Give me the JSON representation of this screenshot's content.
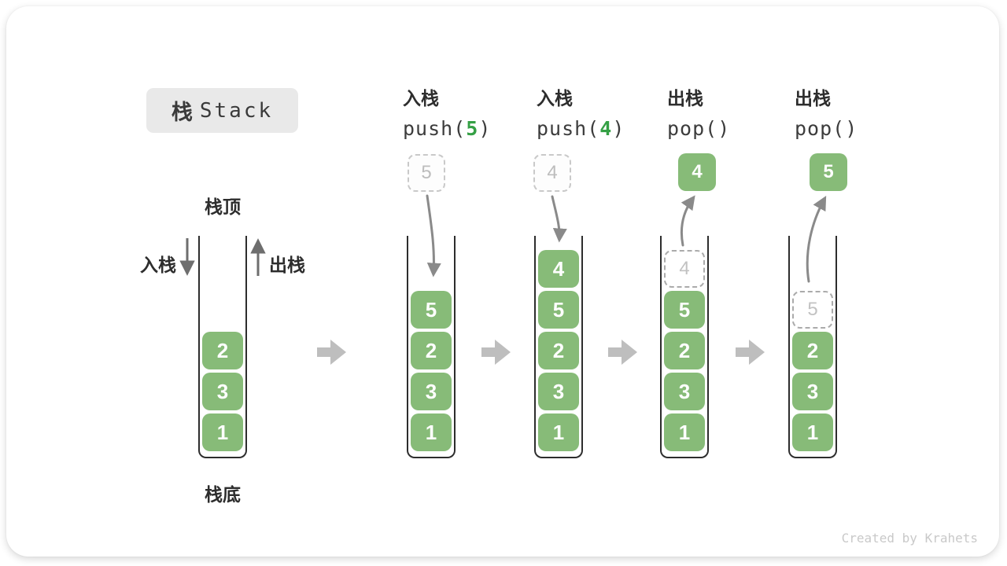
{
  "title": {
    "zh": "栈",
    "en": "Stack"
  },
  "labels": {
    "stack_top": "栈顶",
    "stack_bottom": "栈底",
    "push_side": "入栈",
    "pop_side": "出栈"
  },
  "operations": [
    {
      "zh": "入栈",
      "code_pre": "push(",
      "code_num": "5",
      "code_suf": ")"
    },
    {
      "zh": "入栈",
      "code_pre": "push(",
      "code_num": "4",
      "code_suf": ")"
    },
    {
      "zh": "出栈",
      "code_pre": "pop()",
      "code_num": "",
      "code_suf": ""
    },
    {
      "zh": "出栈",
      "code_pre": "pop()",
      "code_num": "",
      "code_suf": ""
    }
  ],
  "stacks": [
    {
      "cells": [
        "2",
        "3",
        "1"
      ]
    },
    {
      "cells": [
        "5",
        "2",
        "3",
        "1"
      ],
      "floating": {
        "value": "5",
        "style": "dashed"
      }
    },
    {
      "cells": [
        "4",
        "5",
        "2",
        "3",
        "1"
      ],
      "floating": {
        "value": "4",
        "style": "dashed"
      }
    },
    {
      "cells": [
        "5",
        "2",
        "3",
        "1"
      ],
      "ghost": "4",
      "floating": {
        "value": "4",
        "style": "solid"
      }
    },
    {
      "cells": [
        "2",
        "3",
        "1"
      ],
      "ghost": "5",
      "floating": {
        "value": "5",
        "style": "solid"
      }
    }
  ],
  "watermark": "Created by Krahets",
  "colors": {
    "cell_green": "#87BB78",
    "code_number_green": "#35A045",
    "title_background": "#E9E9E9",
    "curved_arrow_gray": "#8A8A8A",
    "block_arrow_gray": "#BEBEBE",
    "ghost_gray": "#BDBDBD",
    "container_wall": "#2D2D2D",
    "watermark_gray": "#C9C9C9"
  }
}
